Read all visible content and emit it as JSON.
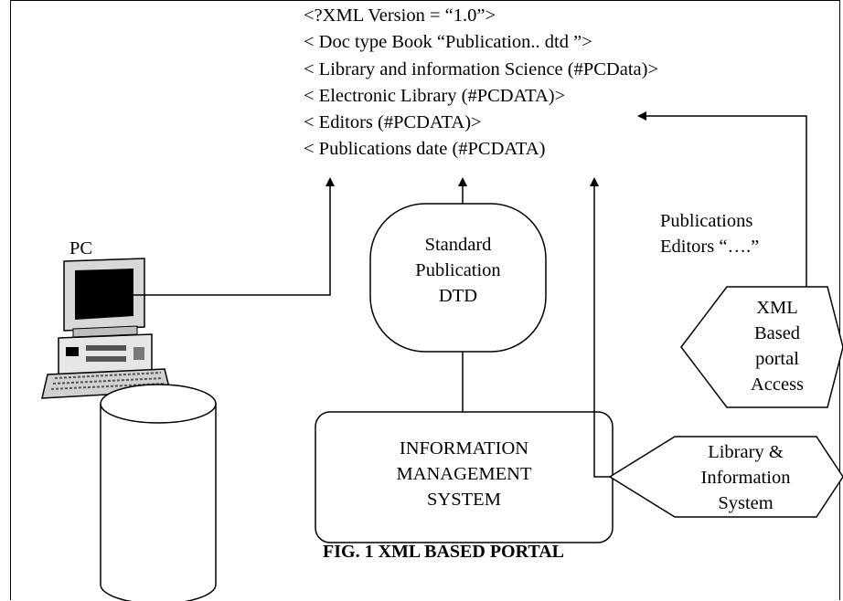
{
  "code_lines": [
    "<?XML Version = “1.0”>",
    "< Doc type Book “Publication.. dtd ”>",
    "< Library and information Science (#PCData)>",
    "< Electronic Library (#PCDATA)>",
    "< Editors (#PCDATA)>",
    "< Publications date (#PCDATA)"
  ],
  "pc_label": "PC",
  "dtd_label": [
    "Standard",
    "Publication",
    "DTD"
  ],
  "ims_label": [
    "INFORMATION",
    "MANAGEMENT",
    "SYSTEM"
  ],
  "editors_note": [
    "Publications",
    "Editors “….”"
  ],
  "xml_portal_label": [
    "XML",
    "Based",
    "portal",
    "Access"
  ],
  "lis_label": [
    "Library &",
    "Information",
    "System"
  ],
  "caption": "FIG. 1 XML BASED PORTAL"
}
